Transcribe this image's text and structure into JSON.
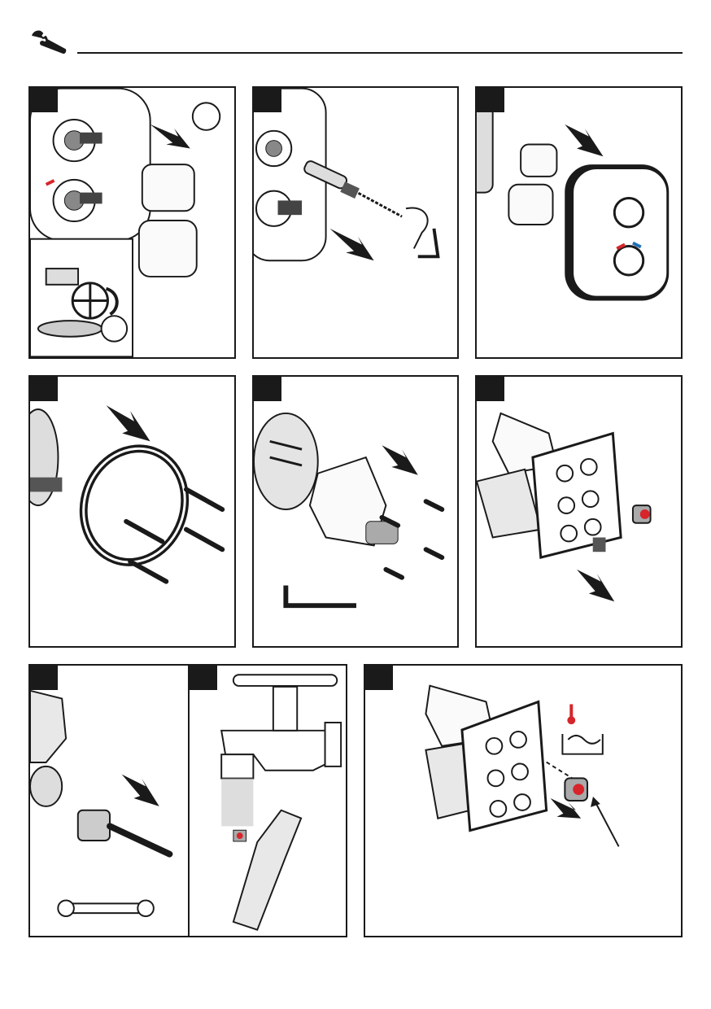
{
  "header": {
    "icon": "wrench-icon"
  },
  "panels": [
    {
      "id": "step-1",
      "icons": [
        "wrench-icon",
        "valve-handle-icon"
      ],
      "badges": 2
    },
    {
      "id": "step-2",
      "icons": [
        "allen-key-icon"
      ]
    },
    {
      "id": "step-3",
      "icons": [
        "cover-plate-icon"
      ]
    },
    {
      "id": "step-4",
      "icons": [
        "rosette-ring-icon",
        "screw-icon"
      ]
    },
    {
      "id": "step-5",
      "icons": [
        "mixer-body-icon",
        "allen-key-icon"
      ]
    },
    {
      "id": "step-6",
      "icons": [
        "valve-body-icon",
        "cartridge-cap-icon"
      ]
    },
    {
      "id": "step-7",
      "icons": [
        "cartridge-icon",
        "spanner-icon"
      ]
    },
    {
      "id": "step-8",
      "icons": [
        "faucet-icon",
        "cartridge-icon"
      ]
    },
    {
      "id": "step-9",
      "icons": [
        "valve-body-icon",
        "thermometer-icon",
        "water-bath-icon"
      ]
    }
  ],
  "colors": {
    "ink": "#1a1a1a",
    "tile": "#f2f2f2",
    "accent_red": "#d6262b",
    "accent_blue": "#1f6fb5"
  }
}
